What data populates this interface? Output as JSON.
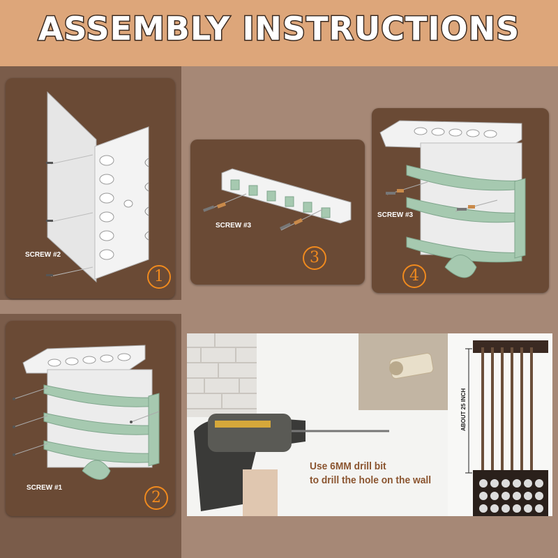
{
  "header": {
    "title": "ASSEMBLY  INSTRUCTIONS"
  },
  "steps": [
    {
      "number": "1",
      "screw_label": "SCREW #2"
    },
    {
      "number": "2",
      "screw_label": "SCREW #1"
    },
    {
      "number": "3",
      "screw_label": "SCREW #3"
    },
    {
      "number": "4",
      "screw_label": "SCREW #3"
    }
  ],
  "photo": {
    "drill_line1": "Use 6MM drill bit",
    "drill_line2": "to drill the hole on the wall",
    "height_label": "ABOUT 25 INCH"
  },
  "colors": {
    "header_bg": "#dda67a",
    "panel_bg": "#6a4a35",
    "accent_orange": "#f08a1e",
    "rack_green": "#a6c9b0"
  }
}
